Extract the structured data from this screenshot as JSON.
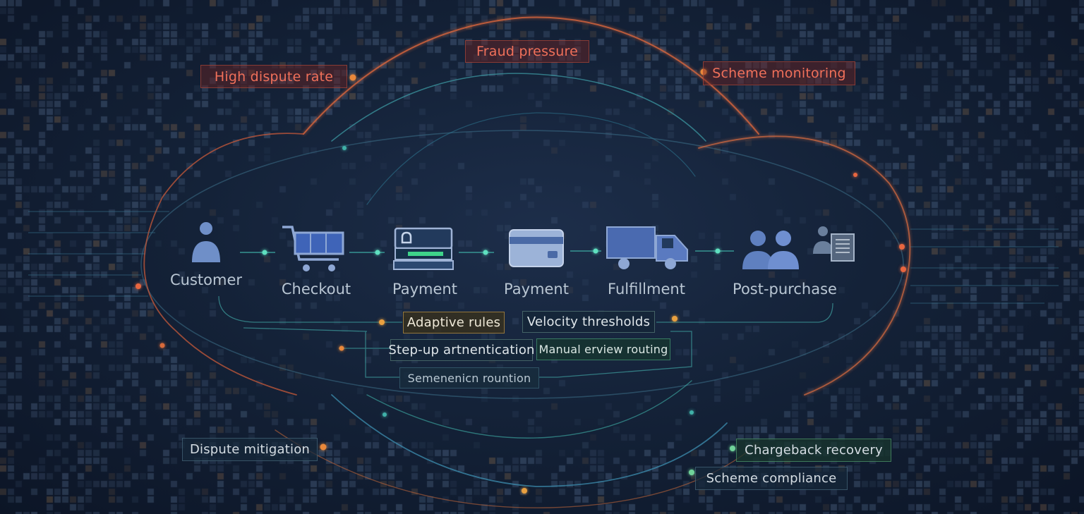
{
  "stages": [
    {
      "label": "Customer",
      "icon": "customer-icon"
    },
    {
      "label": "Checkout",
      "icon": "shopping-cart-icon"
    },
    {
      "label": "Payment",
      "icon": "payment-terminal-icon"
    },
    {
      "label": "Payment",
      "icon": "payment-card-icon"
    },
    {
      "label": "Fulfillment",
      "icon": "delivery-truck-icon"
    },
    {
      "label": "Post-purchase",
      "icon": "post-purchase-icon"
    }
  ],
  "risks": {
    "high_dispute_rate": "High dispute rate",
    "fraud_pressure": "Fraud pressure",
    "scheme_monitoring": "Scheme monitoring"
  },
  "controls": {
    "adaptive_rules": "Adaptive rules",
    "velocity_thresholds": "Velocity thresholds",
    "step_up_authentication": "Step-up artnentication",
    "manual_review_routing": "Manual erview routing",
    "semenenicn_rountion": "Semenenicn rountion"
  },
  "outcomes": {
    "dispute_mitigation": "Dispute mitigation",
    "chargeback_recovery": "Chargeback recovery",
    "scheme_compliance": "Scheme compliance"
  },
  "colors": {
    "risk": "#e8663f",
    "flow": "#3fb0a8",
    "node_amber": "#e9a040",
    "node_green": "#6fd39a",
    "icon": "#7f9fd8"
  }
}
